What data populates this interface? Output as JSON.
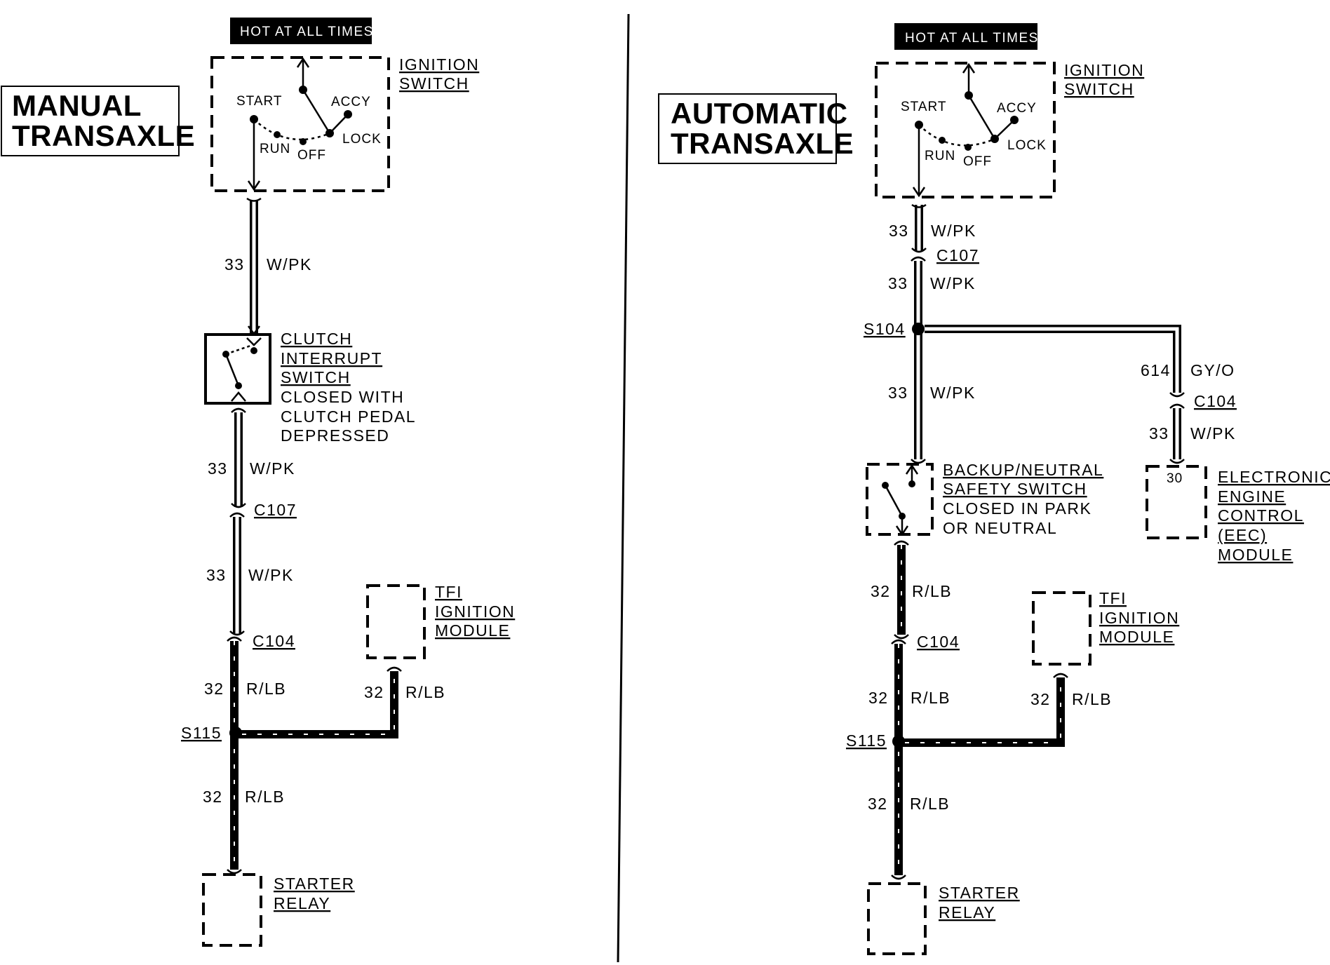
{
  "manual": {
    "title_line1": "MANUAL",
    "title_line2": "TRANSAXLE",
    "hot_label": "HOT AT ALL TIMES",
    "ignition_switch": {
      "label_line1": "IGNITION",
      "label_line2": "SWITCH",
      "positions": [
        "START",
        "ACCY",
        "RUN",
        "OFF",
        "LOCK"
      ]
    },
    "wire1": {
      "circuit": "33",
      "color": "W/PK"
    },
    "clutch_switch": {
      "label_lines": [
        "CLUTCH",
        "INTERRUPT",
        "SWITCH"
      ],
      "note_lines": [
        "CLOSED WITH",
        "CLUTCH PEDAL",
        "DEPRESSED"
      ]
    },
    "wire2": {
      "circuit": "33",
      "color": "W/PK"
    },
    "connector1": "C107",
    "wire3": {
      "circuit": "33",
      "color": "W/PK"
    },
    "connector2": "C104",
    "tfi_module": {
      "label_lines": [
        "TFI",
        "IGNITION",
        "MODULE"
      ]
    },
    "wire4": {
      "circuit": "32",
      "color": "R/LB"
    },
    "wire_tfi": {
      "circuit": "32",
      "color": "R/LB"
    },
    "splice": "S115",
    "wire5": {
      "circuit": "32",
      "color": "R/LB"
    },
    "starter_relay": {
      "label_lines": [
        "STARTER",
        "RELAY"
      ]
    }
  },
  "automatic": {
    "title_line1": "AUTOMATIC",
    "title_line2": "TRANSAXLE",
    "hot_label": "HOT AT ALL TIMES",
    "ignition_switch": {
      "label_line1": "IGNITION",
      "label_line2": "SWITCH",
      "positions": [
        "START",
        "ACCY",
        "RUN",
        "OFF",
        "LOCK"
      ]
    },
    "wire1": {
      "circuit": "33",
      "color": "W/PK"
    },
    "connector1": "C107",
    "wire2": {
      "circuit": "33",
      "color": "W/PK"
    },
    "splice1": "S104",
    "wire3": {
      "circuit": "33",
      "color": "W/PK"
    },
    "branch_wire1": {
      "circuit": "614",
      "color": "GY/O"
    },
    "branch_connector": "C104",
    "branch_wire2": {
      "circuit": "33",
      "color": "W/PK"
    },
    "eec_pin": "30",
    "eec_module": {
      "label_lines": [
        "ELECTRONIC",
        "ENGINE",
        "CONTROL",
        "(EEC)",
        "MODULE"
      ]
    },
    "safety_switch": {
      "label_lines": [
        "BACKUP/NEUTRAL",
        "SAFETY SWITCH"
      ],
      "note_lines": [
        "CLOSED IN PARK",
        "OR NEUTRAL"
      ]
    },
    "wire4": {
      "circuit": "32",
      "color": "R/LB"
    },
    "connector2": "C104",
    "tfi_module": {
      "label_lines": [
        "TFI",
        "IGNITION",
        "MODULE"
      ]
    },
    "wire5": {
      "circuit": "32",
      "color": "R/LB"
    },
    "wire_tfi": {
      "circuit": "32",
      "color": "R/LB"
    },
    "splice2": "S115",
    "wire6": {
      "circuit": "32",
      "color": "R/LB"
    },
    "starter_relay": {
      "label_lines": [
        "STARTER",
        "RELAY"
      ]
    }
  }
}
